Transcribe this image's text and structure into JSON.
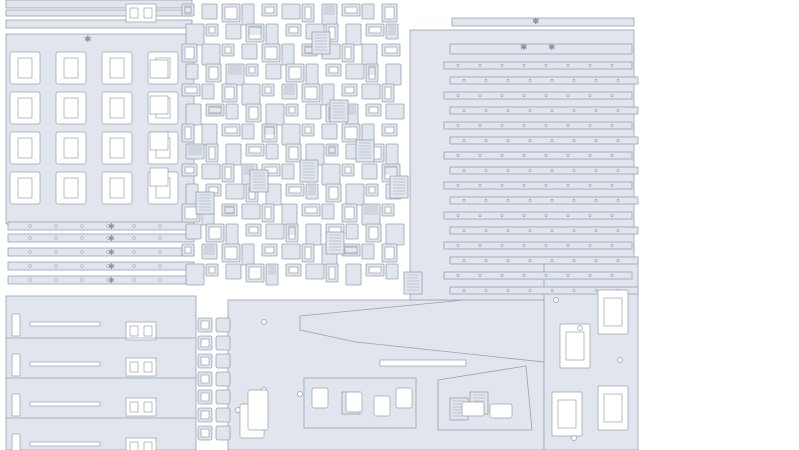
{
  "diagram": {
    "kind": "laser-cut-nesting-layout",
    "colors": {
      "background": "#ffffff",
      "sheet": "#e1e6ee",
      "outline": "#9aa2ae",
      "hole": "#ffffff"
    },
    "parts": [
      {
        "type": "sheet",
        "name": "sheet-left-top"
      },
      {
        "type": "sheet",
        "name": "sheet-left-lower"
      },
      {
        "type": "sheet",
        "name": "sheet-middle-lower"
      },
      {
        "type": "sheet",
        "name": "sheet-right-upper"
      },
      {
        "type": "sheet",
        "name": "sheet-right-lower"
      }
    ],
    "repeated_parts": [
      {
        "name": "long-rail",
        "count": 16
      },
      {
        "name": "small-frame",
        "count": 60
      },
      {
        "name": "grille-plate",
        "count": 12
      },
      {
        "name": "bracket-pair",
        "count": 8
      },
      {
        "name": "star-mark",
        "count": 10
      }
    ]
  }
}
